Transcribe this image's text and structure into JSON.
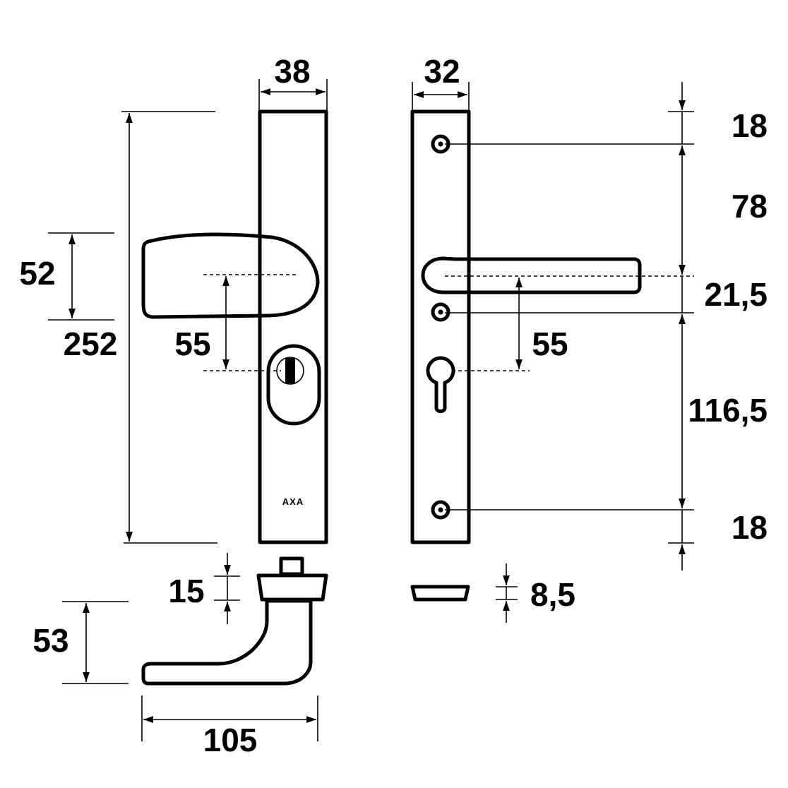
{
  "diagram": {
    "colors": {
      "stroke": "#000000",
      "background": "#ffffff"
    },
    "brand_mark": "AXA",
    "front_plate": {
      "width_label": "38"
    },
    "back_plate": {
      "width_label": "32"
    },
    "dimensions": {
      "total_height": "252",
      "knob_height": "52",
      "knob_to_cylinder": "55",
      "lever_to_cylinder": "55",
      "top_margin": "18",
      "top_screw_to_lever": "78",
      "lever_to_mid_screw": "21,5",
      "mid_screw_to_bottom_screw": "116,5",
      "bottom_margin": "18",
      "rose_depth": "15",
      "back_plate_depth": "8,5",
      "handle_drop": "53",
      "handle_length": "105"
    }
  }
}
